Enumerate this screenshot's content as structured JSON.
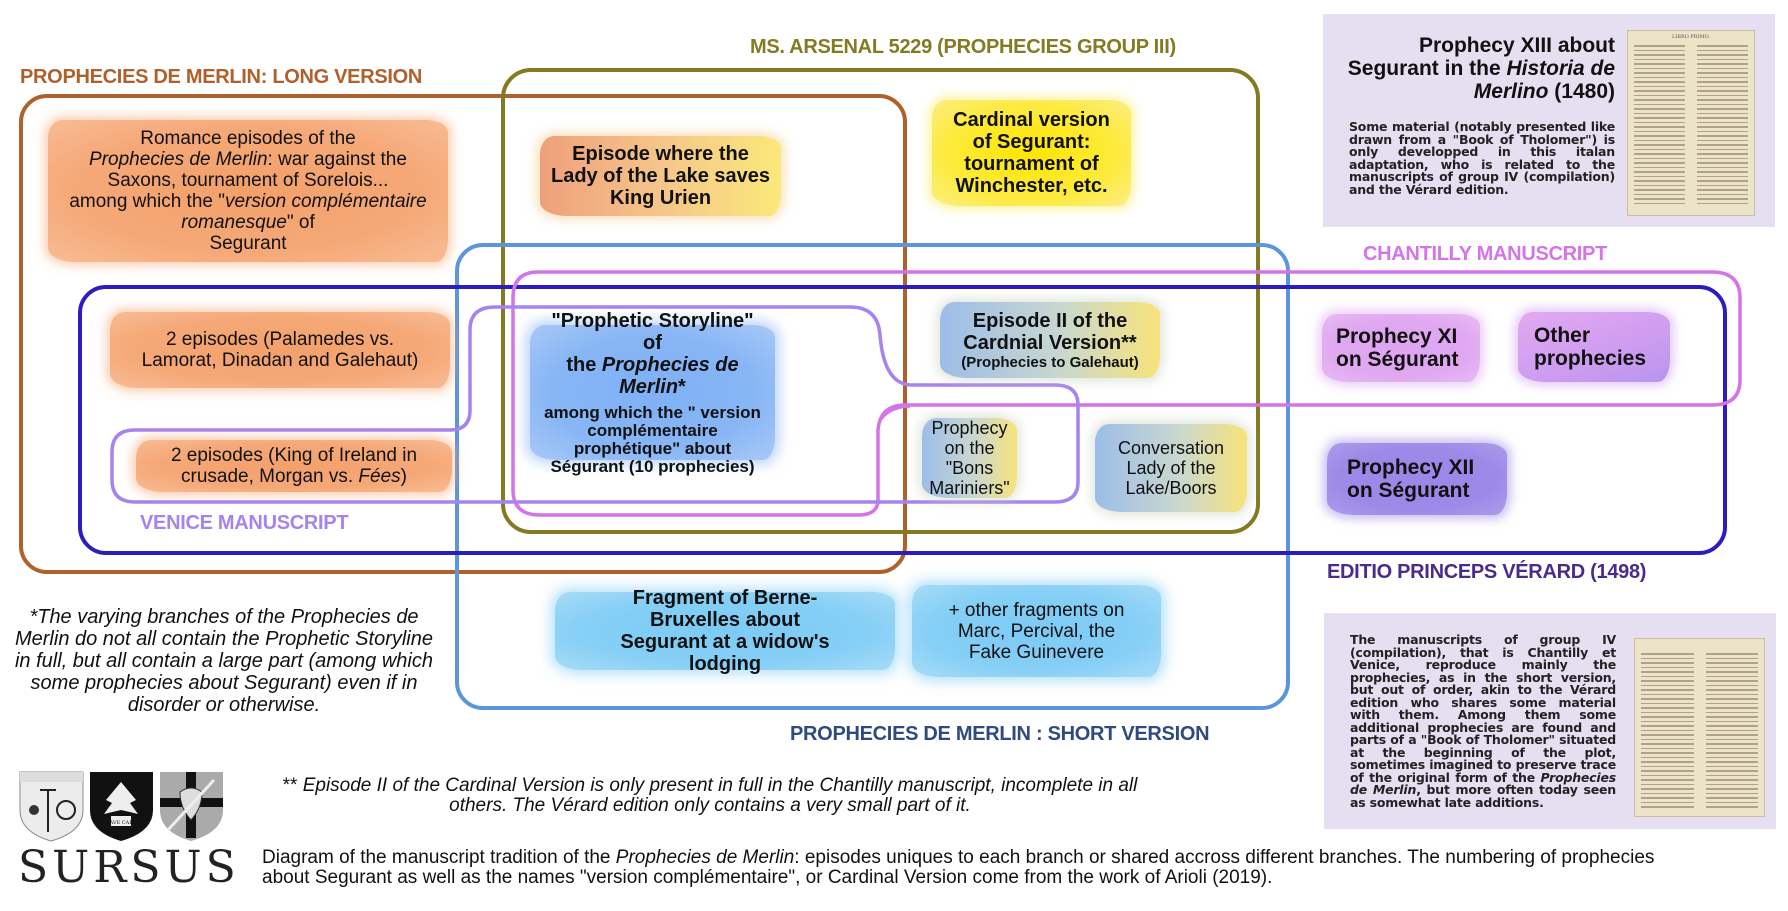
{
  "colors": {
    "long_version": "#b0602a",
    "arsenal": "#837a22",
    "short_version": "#5b95da",
    "chantilly": "#d574e6",
    "venice": "#a683ef",
    "verard": "#2d1cbf",
    "short_label": "#2e4a7f",
    "verard_label": "#4a2b8c",
    "panel_bg": "#e6dff2"
  },
  "labels": {
    "long_version": "PROPHECIES DE MERLIN: LONG VERSION",
    "arsenal": "MS. ARSENAL 5229 (PROPHECIES GROUP III)",
    "chantilly": "CHANTILLY  MANUSCRIPT",
    "venice": "VENICE MANUSCRIPT",
    "verard": "EDITIO PRINCEPS VÉRARD (1498)",
    "short_version": "PROPHECIES DE MERLIN : SHORT VERSION"
  },
  "episodes": {
    "romance": {
      "line1": "Romance episodes of the",
      "italic1": "Prophecies de Merlin",
      "line2": ": war against the",
      "line3": "Saxons, tournament of Sorelois...",
      "line4": "among which the \"",
      "italic2": "version complémentaire romanesque",
      "line5": "\" of",
      "line6": "Segurant"
    },
    "lady_lake_urien": "Episode where the Lady of the Lake saves King Urien",
    "cardinal_version": "Cardinal version of Segurant: tournament of Winchester, etc.",
    "palamedes": "2 episodes (Palamedes vs. Lamorat, Dinadan and Galehaut)",
    "king_ireland": {
      "text": "2 episodes (King of Ireland in crusade, Morgan vs. ",
      "italic": "Fées",
      "end": ")"
    },
    "prophetic_storyline": {
      "title1": "\"Prophetic Storyline\" of",
      "title2a": "the ",
      "title2_italic": "Prophecies de Merlin",
      "title2b": "*",
      "sub": "among which the \" version complémentaire prophétique\" about Ségurant (10 prophecies)"
    },
    "episode_ii": {
      "title": "Episode II of the Cardnial Version**",
      "sub": "(Prophecies to Galehaut)"
    },
    "bons_mariniers": "Prophecy on the \"Bons Mariniers\"",
    "conversation": "Conversation Lady of the Lake/Boors",
    "prophecy_xi": "Prophecy XI on Ségurant",
    "other_prophecies": "Other prophecies",
    "prophecy_xii": "Prophecy XII on Ségurant",
    "berne_bruxelles": "Fragment of Berne-Bruxelles about Segurant at a widow's lodging",
    "other_fragments": "+ other fragments on Marc, Percival, the Fake Guinevere"
  },
  "panel_top": {
    "title_a": "Prophecy XIII about Segurant in the ",
    "title_italic": "Historia de Merlino",
    "title_b": " (1480)",
    "text": "Some material (notably presented like drawn from a \"Book of Tholomer\") is only developped in this italan adaptation, who is related to the manuscripts of group IV (compilation) and the Vérard edition.",
    "thumb_heading": "LIBRO PRIMO."
  },
  "panel_bottom": {
    "text_a": "The manuscripts of group IV (compilation), that is Chantilly et Venice, reproduce mainly the prophecies, as in the short version, but out of order, akin to the Vérard edition who shares some material with them. Among them some additional prophecies are found and parts of a \"Book of Tholomer\" situated at the beginning of the plot, sometimes imagined to preserve trace of the original form of the ",
    "text_italic": "Prophecies de Merlin",
    "text_b": ", but more often today seen as somewhat late additions."
  },
  "notes": {
    "star": "*The varying branches of the Prophecies de Merlin do not all contain the Prophetic Storyline in full, but all contain a large part (among which some prophecies about Segurant) even if in disorder or otherwise.",
    "double_star_prefix": "** ",
    "double_star": "Episode II of the Cardinal Version is only present in full in the Chantilly manuscript, incomplete in all others. The Vérard edition only contains a very small part of it."
  },
  "caption": {
    "a": "Diagram of the manuscript tradition of the ",
    "italic": "Prophecies de Merlin",
    "b": ": episodes uniques to each branch or shared accross different branches. The numbering of prophecies about  Segurant as well as the names \"version complémentaire\", or Cardinal Version come from the work of Arioli (2019)."
  },
  "logo": {
    "name": "SURSUS",
    "motto": "CAVE CABL"
  }
}
